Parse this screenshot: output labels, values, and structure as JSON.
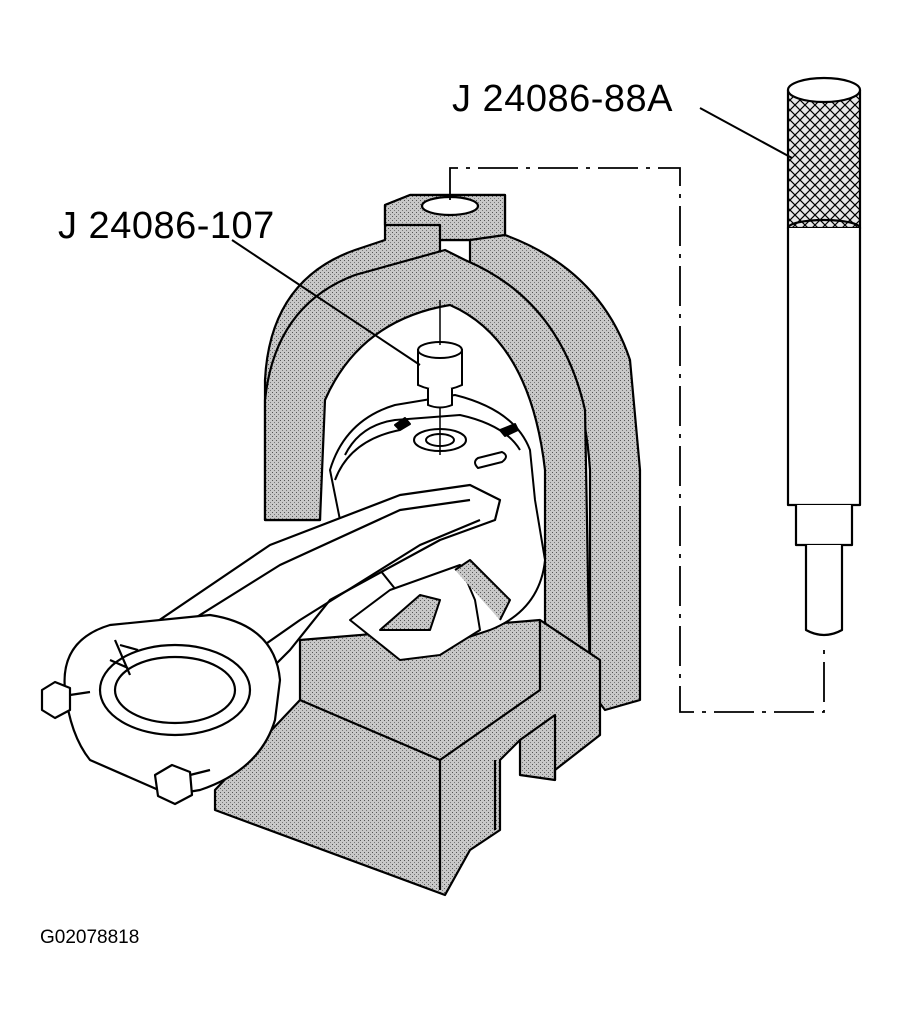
{
  "callouts": {
    "pin_remover": "J 24086-88A",
    "pin_adapter": "J 24086-107"
  },
  "figure_id": "G02078818",
  "colors": {
    "ink": "#000000",
    "fixture_fill": "#bdbdbd",
    "part_fill": "#ffffff",
    "background": "#ffffff"
  }
}
